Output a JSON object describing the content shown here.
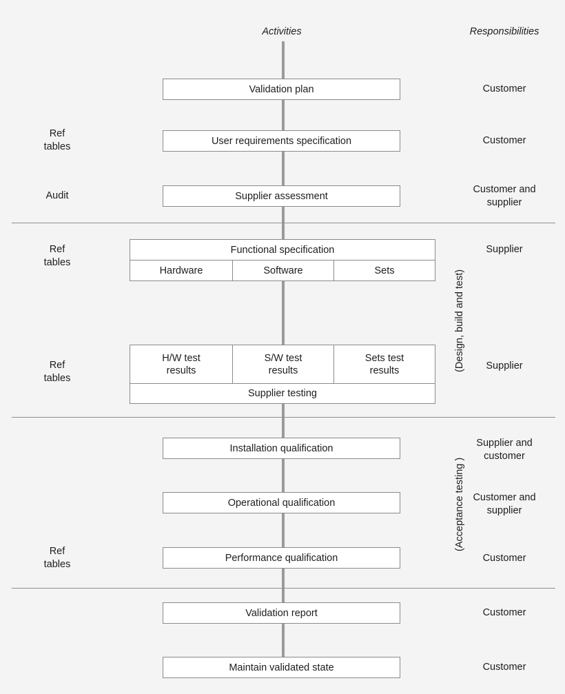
{
  "columns": {
    "activities_heading": "Activities",
    "responsibilities_heading": "Responsibilities"
  },
  "phase_labels": {
    "design_build_test": "(Design, build and test)",
    "acceptance_testing": "(Acceptance testing )"
  },
  "steps": [
    {
      "id": "validation-plan",
      "left_note": "",
      "activity": "Validation plan",
      "responsibility": "Customer"
    },
    {
      "id": "user-requirements-specification",
      "left_note": "Ref\ntables",
      "activity": "User requirements specification",
      "responsibility": "Customer"
    },
    {
      "id": "supplier-assessment",
      "left_note": "Audit",
      "activity": "Supplier assessment",
      "responsibility": "Customer and\nsupplier"
    },
    {
      "id": "functional-specification",
      "left_note": "Ref\ntables",
      "activity": "Functional specification",
      "sub_cells": [
        "Hardware",
        "Software",
        "Sets"
      ],
      "responsibility": "Supplier"
    },
    {
      "id": "supplier-testing",
      "left_note": "Ref\ntables",
      "activity": "Supplier testing",
      "sub_cells": [
        "H/W test\nresults",
        "S/W test\nresults",
        "Sets test\nresults"
      ],
      "responsibility": "Supplier"
    },
    {
      "id": "installation-qualification",
      "left_note": "",
      "activity": "Installation qualification",
      "responsibility": "Supplier and\ncustomer"
    },
    {
      "id": "operational-qualification",
      "left_note": "",
      "activity": "Operational qualification",
      "responsibility": "Customer and\nsupplier"
    },
    {
      "id": "performance-qualification",
      "left_note": "Ref\ntables",
      "activity": "Performance qualification",
      "responsibility": "Customer"
    },
    {
      "id": "validation-report",
      "left_note": "",
      "activity": "Validation report",
      "responsibility": "Customer"
    },
    {
      "id": "maintain-validated-state",
      "left_note": "",
      "activity": "Maintain validated state",
      "responsibility": "Customer"
    }
  ],
  "colors": {
    "background": "#f4f4f4",
    "box_fill": "#ffffff",
    "box_border": "#8a8a8a",
    "spine": "#9a9a9a",
    "rule": "#8d8d8d",
    "text": "#1d1d1d"
  }
}
